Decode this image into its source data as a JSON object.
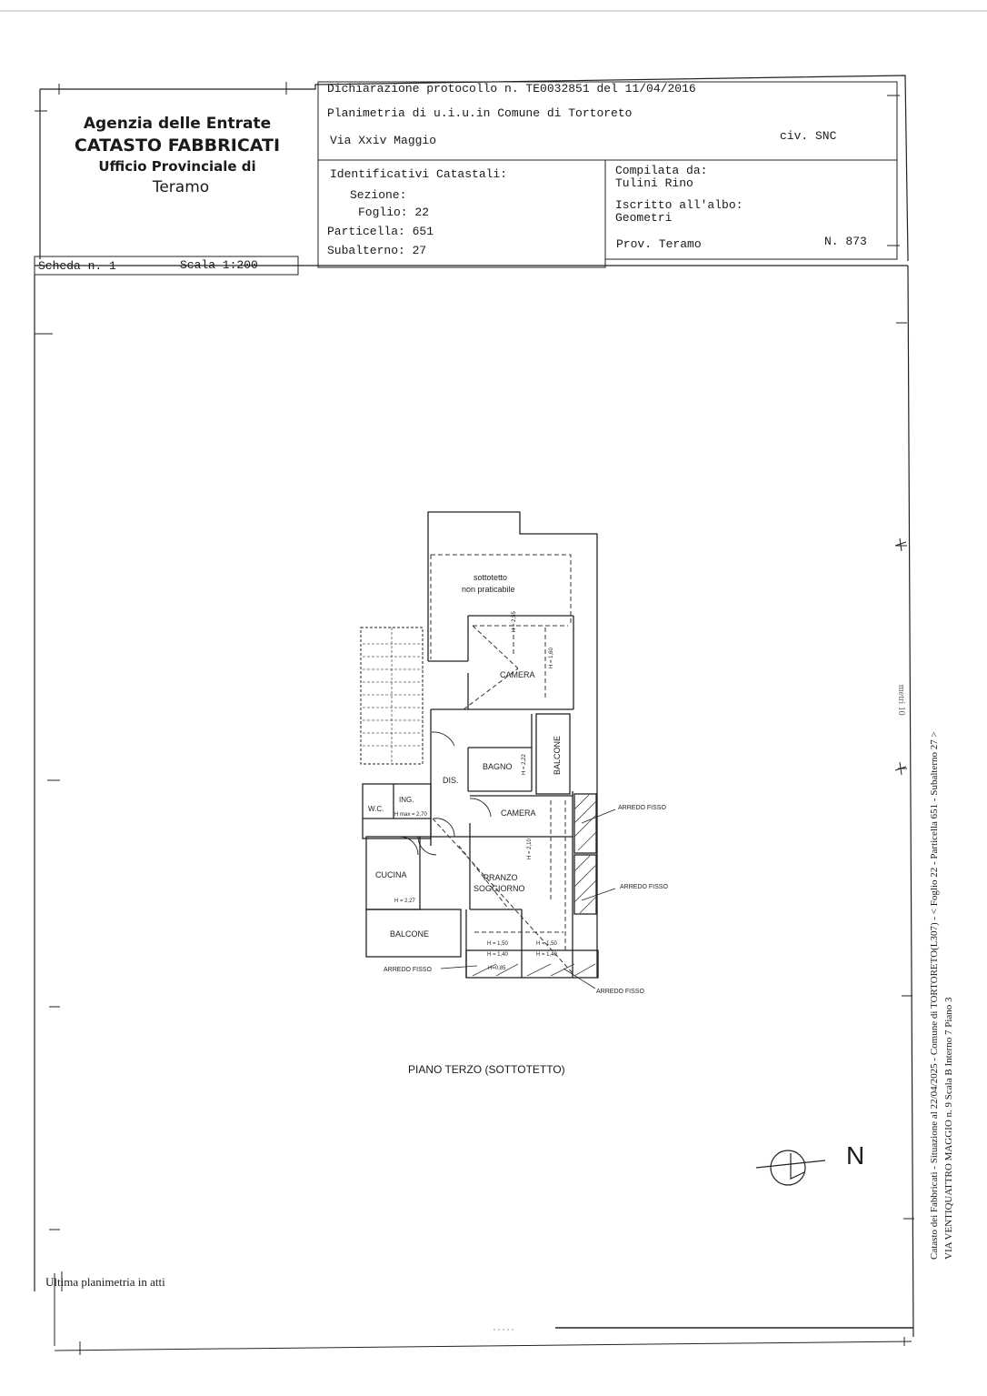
{
  "header": {
    "agency": "Agenzia delle Entrate",
    "catasto": "CATASTO FABBRICATI",
    "office": "Ufficio Provinciale di",
    "city": "Teramo",
    "protocol": "Dichiarazione protocollo n. TE0032851 del 11/04/2016",
    "planimetria": "Planimetria di u.i.u.in Comune di Tortoreto",
    "address": "Via Xxiv Maggio",
    "civ": "civ. SNC"
  },
  "identificativi": {
    "title": "Identificativi Catastali:",
    "sezione": "Sezione:",
    "foglio": "Foglio: 22",
    "particella": "Particella: 651",
    "subalterno": "Subalterno: 27"
  },
  "compilata": {
    "label": "Compilata da:",
    "name": "Tulini Rino",
    "albo_label": "Iscritto all'albo:",
    "albo": "Geometri",
    "prov": "Prov. Teramo",
    "numero": "N. 873"
  },
  "scheda": {
    "scheda": "Scheda n. 1",
    "scala": "Scala 1:200"
  },
  "plan": {
    "sottotetto": "sottotetto",
    "non_praticabile": "non praticabile",
    "camera1": "CAMERA",
    "h255": "H = 2,55",
    "h160": "H = 1,60",
    "bagno": "BAGNO",
    "h222": "H = 2,22",
    "balcone1": "BALCONE",
    "dis": "DIS.",
    "ing": "ING.",
    "wc": "W.C.",
    "hmax": "H max = 2,70",
    "camera2": "CAMERA",
    "h210": "H = 2,10",
    "pranzo": "PRANZO",
    "soggiorno": "SOGGIORNO",
    "cucina": "CUCINA",
    "h227": "H = 2,27",
    "balcone2": "BALCONE",
    "h150a": "H = 1,50",
    "h140a": "H = 1,40",
    "h150b": "H = 1,50",
    "h140b": "H = 1,40",
    "h085": "H=0,85",
    "arredo1": "ARREDO FISSO",
    "arredo2": "ARREDO FISSO",
    "arredo3": "ARREDO FISSO",
    "arredo4": "ARREDO FISSO",
    "floor_title": "PIANO TERZO (SOTTOTETTO)",
    "north": "N"
  },
  "footer": {
    "ultima": "Ultima planimetria in atti",
    "side1": "Catasto dei Fabbricati - Situazione al 22/04/2025 - Comune di TORTORETO(L307) - < Foglio 22 - Particella 651 - Subalterno 27 >",
    "side2": "VIA VENTIQUATTRO MAGGIO n. 9  Scala B Interno 7 Piano 3",
    "scale_marker": "metri 10"
  }
}
